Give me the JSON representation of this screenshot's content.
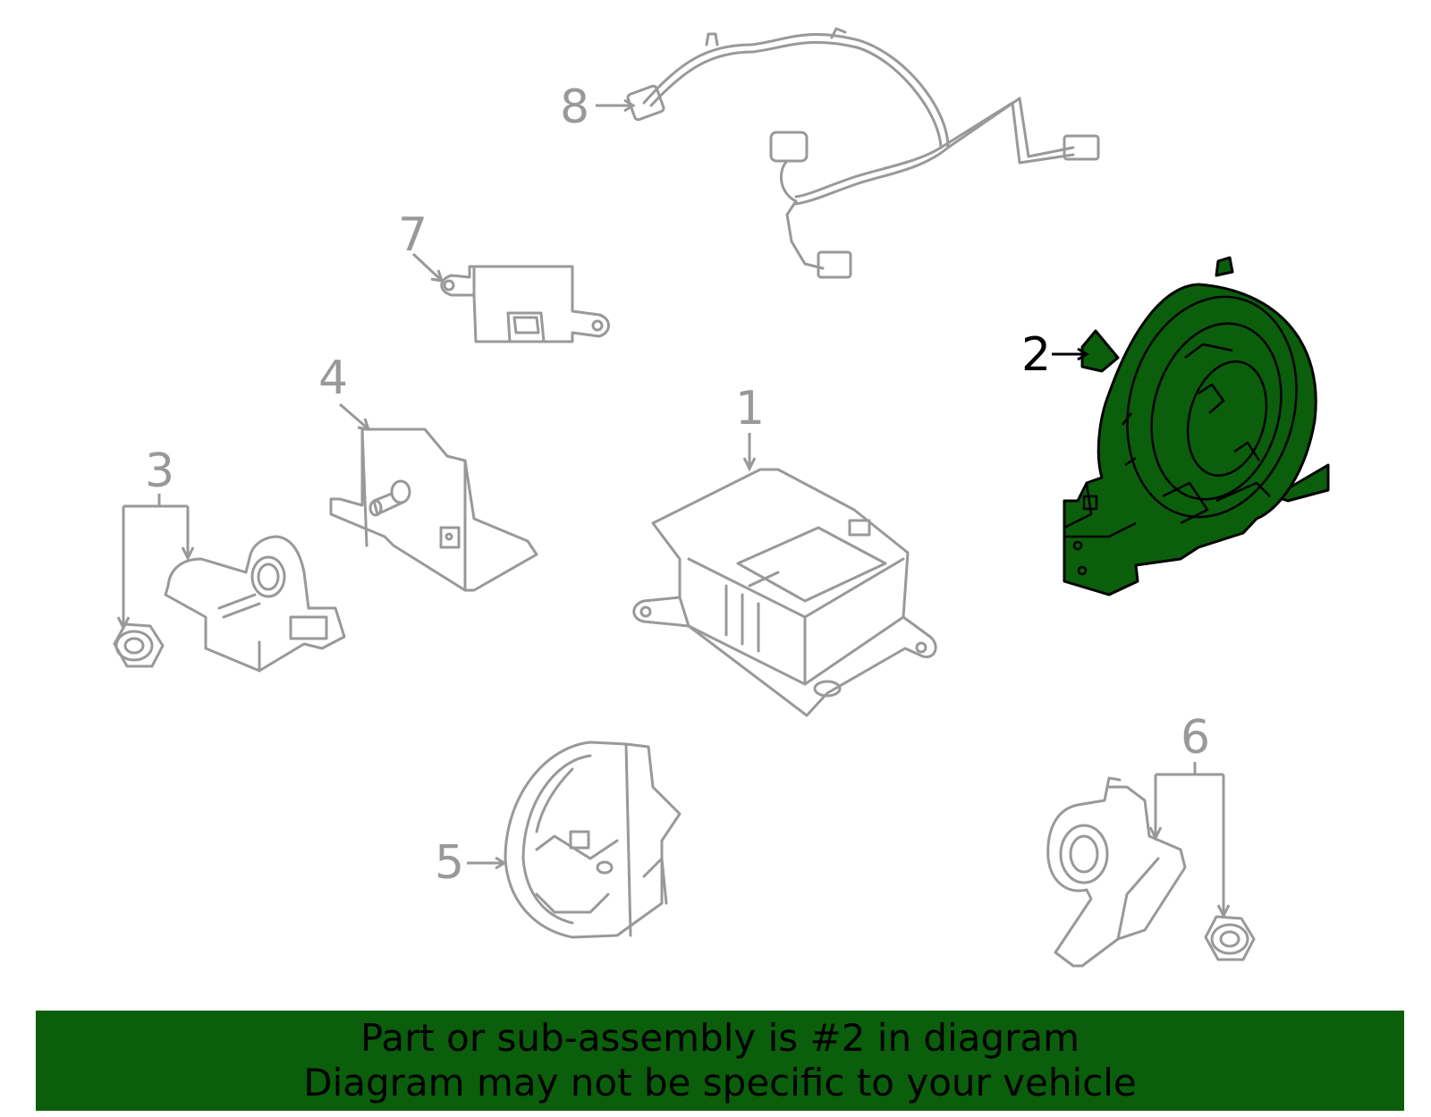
{
  "diagram": {
    "callouts": [
      {
        "id": "1",
        "label": "1"
      },
      {
        "id": "2",
        "label": "2"
      },
      {
        "id": "3",
        "label": "3"
      },
      {
        "id": "4",
        "label": "4"
      },
      {
        "id": "5",
        "label": "5"
      },
      {
        "id": "6",
        "label": "6"
      },
      {
        "id": "7",
        "label": "7"
      },
      {
        "id": "8",
        "label": "8"
      }
    ],
    "highlighted_part": "2"
  },
  "colors": {
    "highlight": "#0b5e0b",
    "line": "#999999",
    "banner_text": "#000000"
  },
  "banner": {
    "line1": "Part or sub-assembly is #2 in diagram",
    "line2": "Diagram may not be specific to your vehicle"
  }
}
